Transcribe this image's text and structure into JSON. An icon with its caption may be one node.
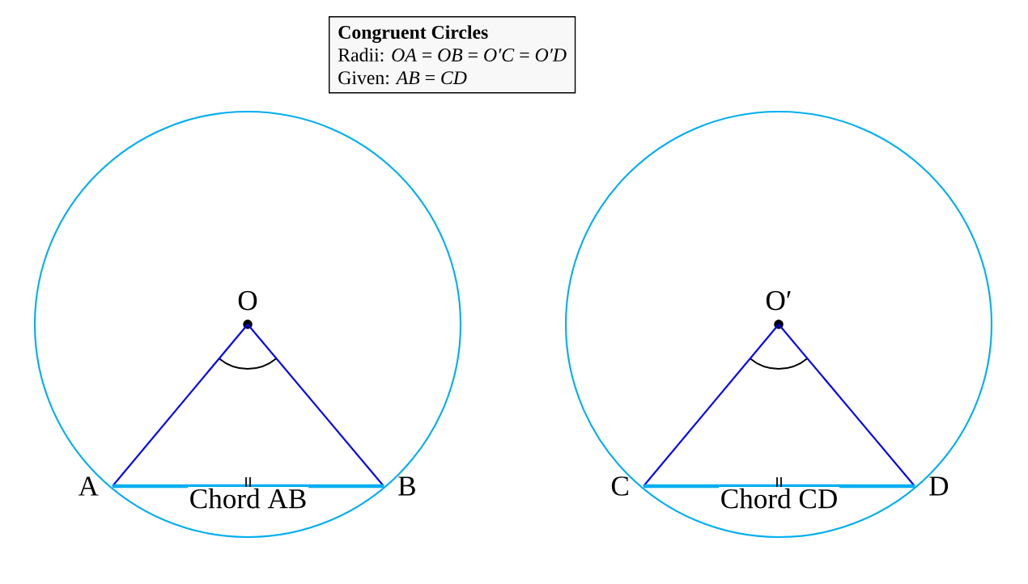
{
  "diagram": {
    "nodes": [
      {
        "text": [
          "Congruent Circles",
          "Radii: *OA* = *OB* = *O′C* = *O′D*",
          "Given: *AB* = *CD*"
        ]
      },
      {
        "text": [
          "O"
        ]
      },
      {
        "text": [
          "A"
        ]
      },
      {
        "text": [
          "B"
        ]
      },
      {
        "text": [
          "O′"
        ]
      },
      {
        "text": [
          "C"
        ]
      },
      {
        "text": [
          "D"
        ]
      }
    ],
    "edges": [
      {
        "from": 1,
        "to": 2,
        "arrow": "none"
      },
      {
        "from": 1,
        "to": 3,
        "arrow": "none"
      },
      {
        "from": 2,
        "to": 3,
        "arrow": "none",
        "label": "Chord AB",
        "style": "thick",
        "color": "#00aeef"
      },
      {
        "from": 4,
        "to": 5,
        "arrow": "none"
      },
      {
        "from": 4,
        "to": 6,
        "arrow": "none"
      },
      {
        "from": 5,
        "to": 6,
        "arrow": "none",
        "label": "Chord CD",
        "style": "thick",
        "color": "#00aeef"
      }
    ]
  }
}
